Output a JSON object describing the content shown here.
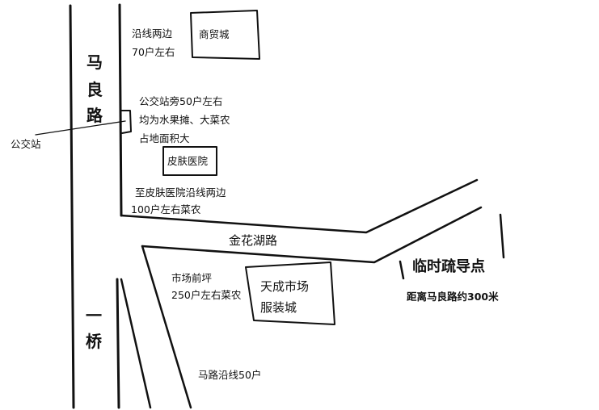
{
  "map": {
    "roads": {
      "maliang_road_chars": [
        "马",
        "良",
        "路"
      ],
      "yiqiao_chars": [
        "一",
        "桥"
      ],
      "jinhuahu_road": "金花湖路"
    },
    "labels": {
      "bus_stop": "公交站",
      "roadside_line1": "沿线两边",
      "roadside_line2": "70户左右",
      "bus_stop_side_line1": "公交站旁50户左右",
      "bus_stop_side_line2": "均为水果摊、大菜农",
      "bus_stop_side_line3": "占地面积大",
      "to_hospital_line1": "至皮肤医院沿线两边",
      "to_hospital_line2": "100户左右菜农",
      "market_front_line1": "市场前坪",
      "market_front_line2": "250户左右菜农",
      "horse_road": "马路沿线50户"
    },
    "buildings": {
      "trade_city": "商贸城",
      "skin_hospital": "皮肤医院",
      "tiancheng_line1": "天成市场",
      "tiancheng_line2": "服装城"
    },
    "highlight": {
      "title": "临时疏导点",
      "distance": "距离马良路约300米",
      "color": "#ff0000"
    }
  }
}
